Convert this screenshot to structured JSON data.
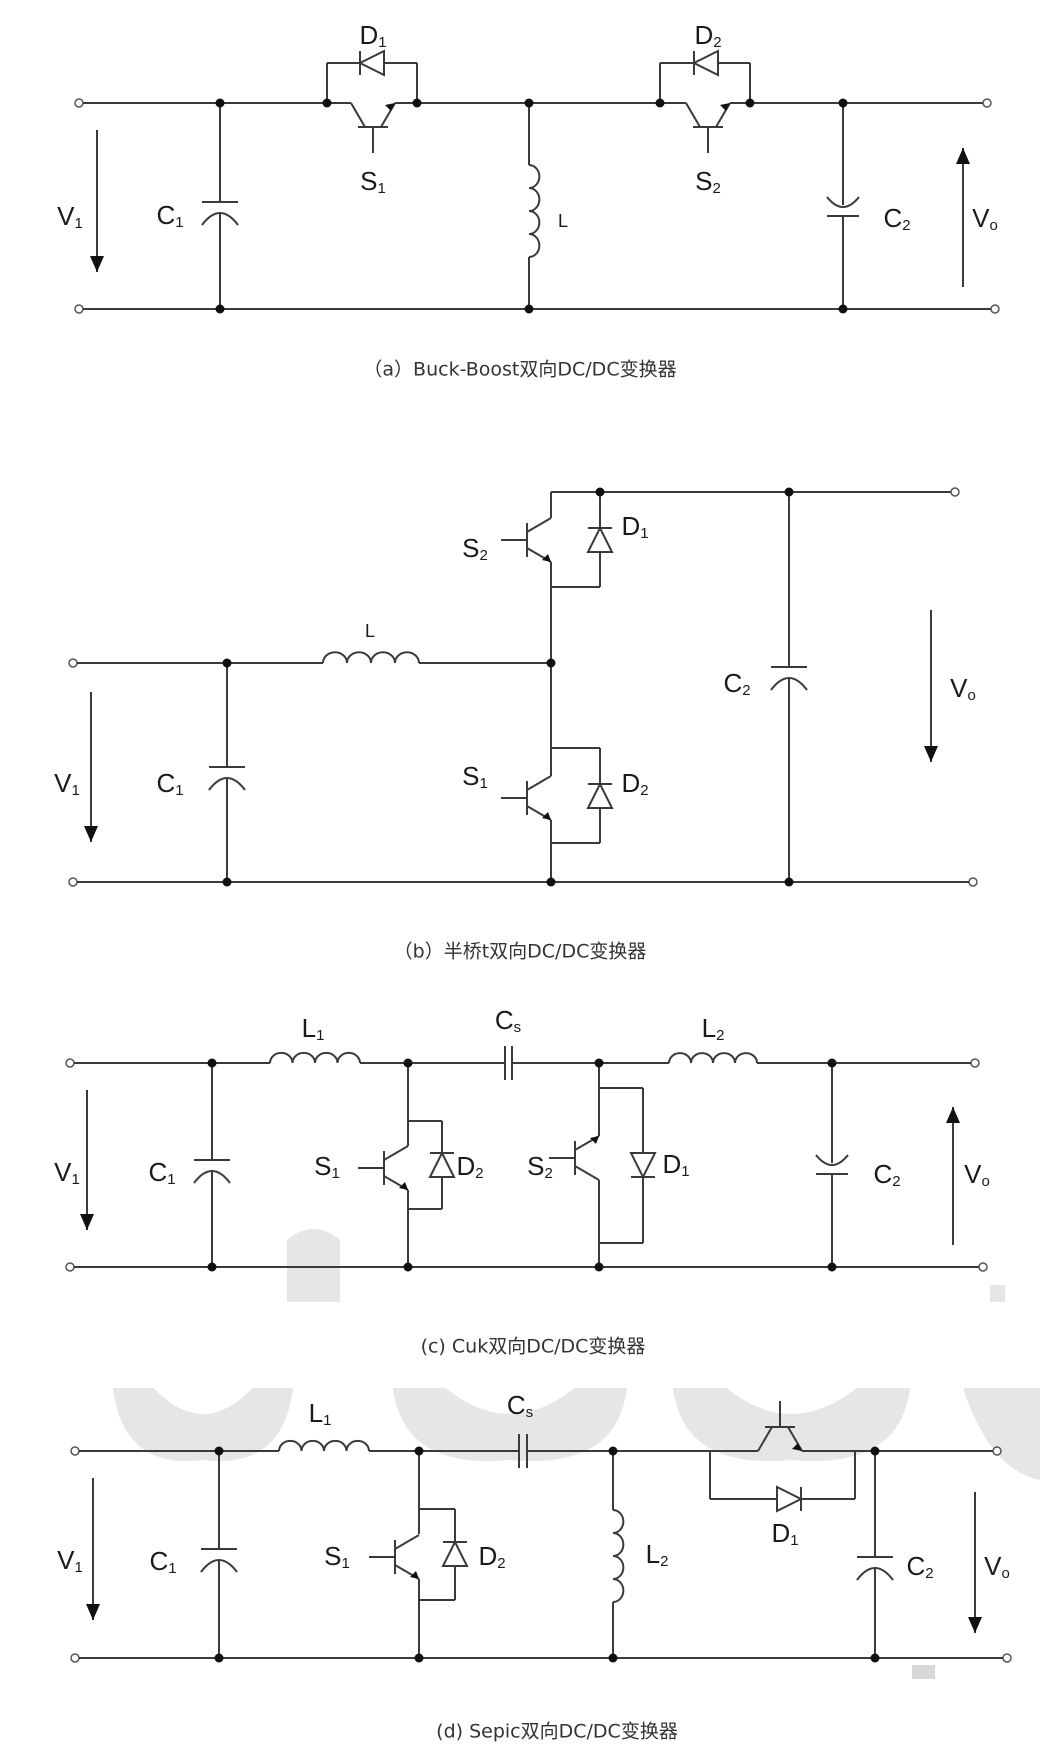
{
  "colors": {
    "wire": "#3a3a3a",
    "watermark": "#e6e6e6"
  },
  "panels": {
    "a": {
      "caption": "（a）Buck-Boost双向DC/DC变换器",
      "V1": {
        "m": "V",
        "s": "1"
      },
      "C1": {
        "m": "C",
        "s": "1"
      },
      "D1": {
        "m": "D",
        "s": "1"
      },
      "S1": {
        "m": "S",
        "s": "1"
      },
      "L": {
        "m": "L",
        "s": ""
      },
      "D2": {
        "m": "D",
        "s": "2"
      },
      "S2": {
        "m": "S",
        "s": "2"
      },
      "C2": {
        "m": "C",
        "s": "2"
      },
      "Vo": {
        "m": "V",
        "s": "o"
      }
    },
    "b": {
      "caption": "（b）半桥t双向DC/DC变换器",
      "V1": {
        "m": "V",
        "s": "1"
      },
      "C1": {
        "m": "C",
        "s": "1"
      },
      "L": {
        "m": "L",
        "s": ""
      },
      "S2": {
        "m": "S",
        "s": "2"
      },
      "D1": {
        "m": "D",
        "s": "1"
      },
      "S1": {
        "m": "S",
        "s": "1"
      },
      "D2": {
        "m": "D",
        "s": "2"
      },
      "C2": {
        "m": "C",
        "s": "2"
      },
      "Vo": {
        "m": "V",
        "s": "o"
      }
    },
    "c": {
      "caption": "(c)  Cuk双向DC/DC变换器",
      "V1": {
        "m": "V",
        "s": "1"
      },
      "C1": {
        "m": "C",
        "s": "1"
      },
      "L1": {
        "m": "L",
        "s": "1"
      },
      "Cs": {
        "m": "C",
        "s": "s"
      },
      "L2": {
        "m": "L",
        "s": "2"
      },
      "S1": {
        "m": "S",
        "s": "1"
      },
      "D2": {
        "m": "D",
        "s": "2"
      },
      "S2": {
        "m": "S",
        "s": "2"
      },
      "D1": {
        "m": "D",
        "s": "1"
      },
      "C2": {
        "m": "C",
        "s": "2"
      },
      "Vo": {
        "m": "V",
        "s": "o"
      }
    },
    "d": {
      "caption": "(d)  Sepic双向DC/DC变换器",
      "V1": {
        "m": "V",
        "s": "1"
      },
      "C1": {
        "m": "C",
        "s": "1"
      },
      "L1": {
        "m": "L",
        "s": "1"
      },
      "Cs": {
        "m": "C",
        "s": "s"
      },
      "S1": {
        "m": "S",
        "s": "1"
      },
      "D2": {
        "m": "D",
        "s": "2"
      },
      "L2": {
        "m": "L",
        "s": "2"
      },
      "D1": {
        "m": "D",
        "s": "1"
      },
      "C2": {
        "m": "C",
        "s": "2"
      },
      "Vo": {
        "m": "V",
        "s": "o"
      }
    }
  }
}
